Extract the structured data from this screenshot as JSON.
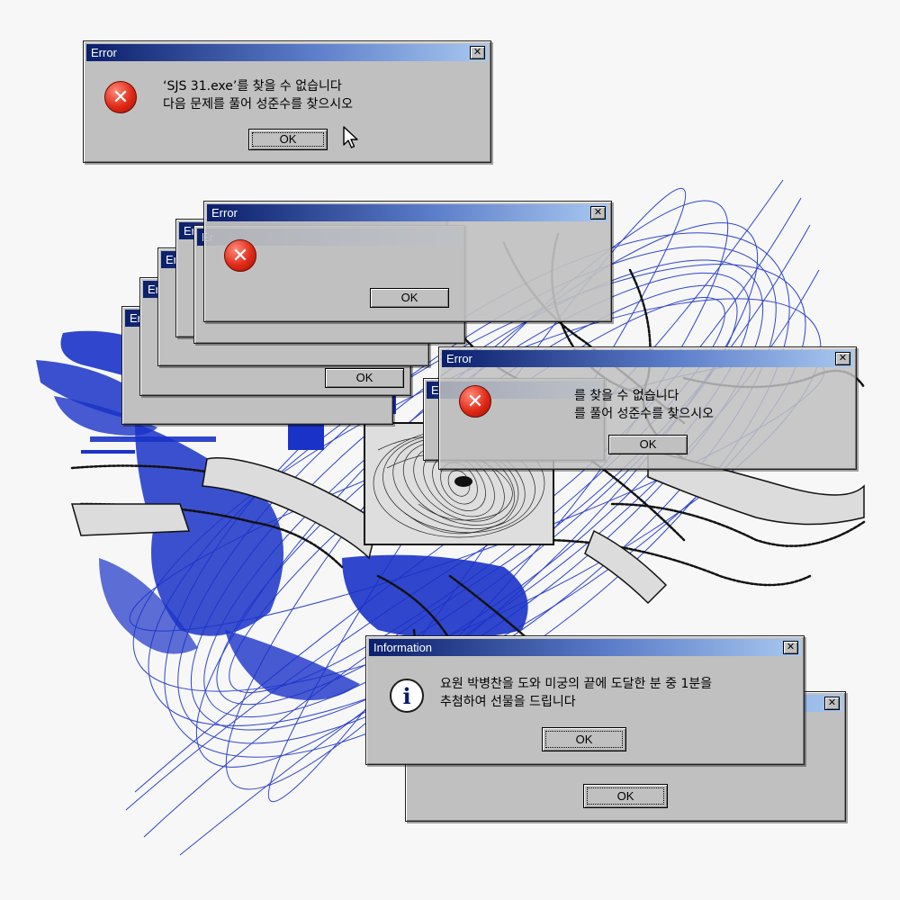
{
  "dialog_main": {
    "title": "Error",
    "line1": "‘SJS 31.exe’를 찾을 수 없습니다",
    "line2": "다음 문제를 풀어 성준수를 찾으시오",
    "ok": "OK",
    "icon": "error-icon"
  },
  "stack": {
    "title": "Error",
    "ok": "OK",
    "partial_titles": [
      "Er",
      "Er",
      "Er",
      "Er",
      "Er"
    ],
    "partial_title_e": "E"
  },
  "dialog_right": {
    "title": "Error",
    "line1": "를 찾을 수 없습니다",
    "line2": "를 풀어 성준수를 찾으시오",
    "ok": "OK"
  },
  "dialog_info": {
    "title": "Information",
    "line1": "요원 박병찬을 도와 미궁의 끝에 도달한 분 중 1분을",
    "line2": "추첨하여 선물을 드립니다",
    "ok": "OK",
    "icon": "information-icon"
  },
  "dialog_back": {
    "ok": "OK"
  },
  "colors": {
    "dialog_face": "#c0c0c0",
    "title_start": "#0b1f6b",
    "title_end": "#a8c8f0",
    "art_blue": "#1a32c8",
    "error_red": "#e02a17"
  }
}
